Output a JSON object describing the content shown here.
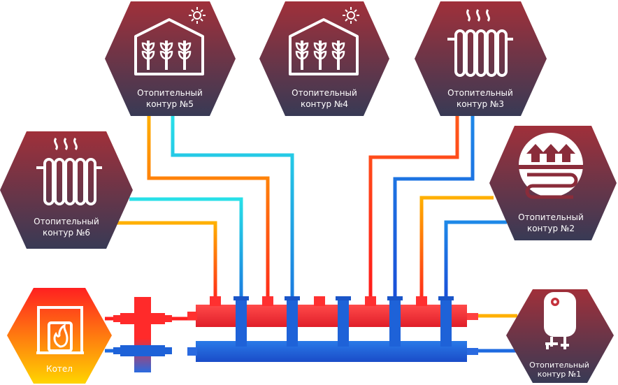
{
  "boiler": {
    "label": "Котел"
  },
  "circuits": [
    {
      "id": "c1",
      "line1": "Отопительный",
      "line2": "контур  №1",
      "icon": "water-heater-icon"
    },
    {
      "id": "c2",
      "line1": "Отопительный",
      "line2": "контур  №2",
      "icon": "underfloor-heating-icon"
    },
    {
      "id": "c3",
      "line1": "Отопительный",
      "line2": "контур  №3",
      "icon": "radiator-icon"
    },
    {
      "id": "c4",
      "line1": "Отопительный",
      "line2": "контур  №4",
      "icon": "greenhouse-icon"
    },
    {
      "id": "c5",
      "line1": "Отопительный",
      "line2": "контур  №5",
      "icon": "greenhouse-icon"
    },
    {
      "id": "c6",
      "line1": "Отопительный",
      "line2": "контур  №6",
      "icon": "radiator-icon"
    }
  ],
  "colors": {
    "hot": "#f0303a",
    "cold": "#1e66d8",
    "hex_top": "#9a2f3a",
    "hex_bottom": "#3a3a55",
    "boiler_top": "#ff2a2a",
    "boiler_bottom": "#ffd000"
  }
}
